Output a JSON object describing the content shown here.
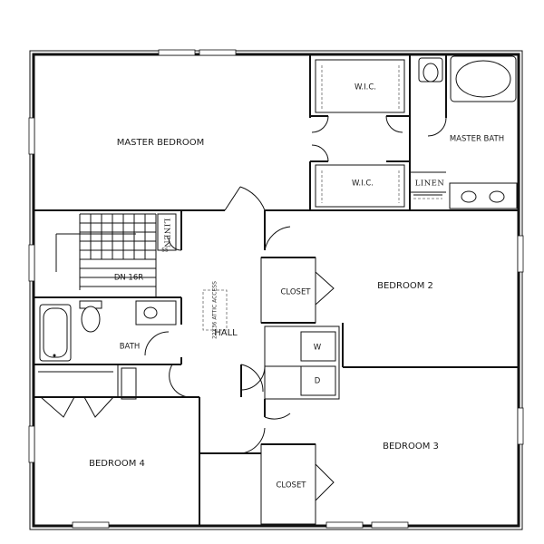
{
  "rooms": {
    "master_bedroom": "MASTER BEDROOM",
    "wic_top": "W.I.C.",
    "wic_bottom": "W.I.C.",
    "master_bath": "MASTER BATH",
    "linen_master": "LINEN",
    "linen_stair": "LINEN",
    "stair_ss": "SS",
    "stair_dn": "DN 16R",
    "attic_access": "22X36 ATTIC ACCESS",
    "closet_bed2": "CLOSET",
    "bedroom2": "BEDROOM 2",
    "hall": "HALL",
    "bath": "BATH",
    "washer": "W",
    "dryer": "D",
    "bedroom4": "BEDROOM 4",
    "bedroom3": "BEDROOM 3",
    "closet_bed3": "CLOSET"
  },
  "colors": {
    "wall": "#111111",
    "background": "#ffffff"
  }
}
